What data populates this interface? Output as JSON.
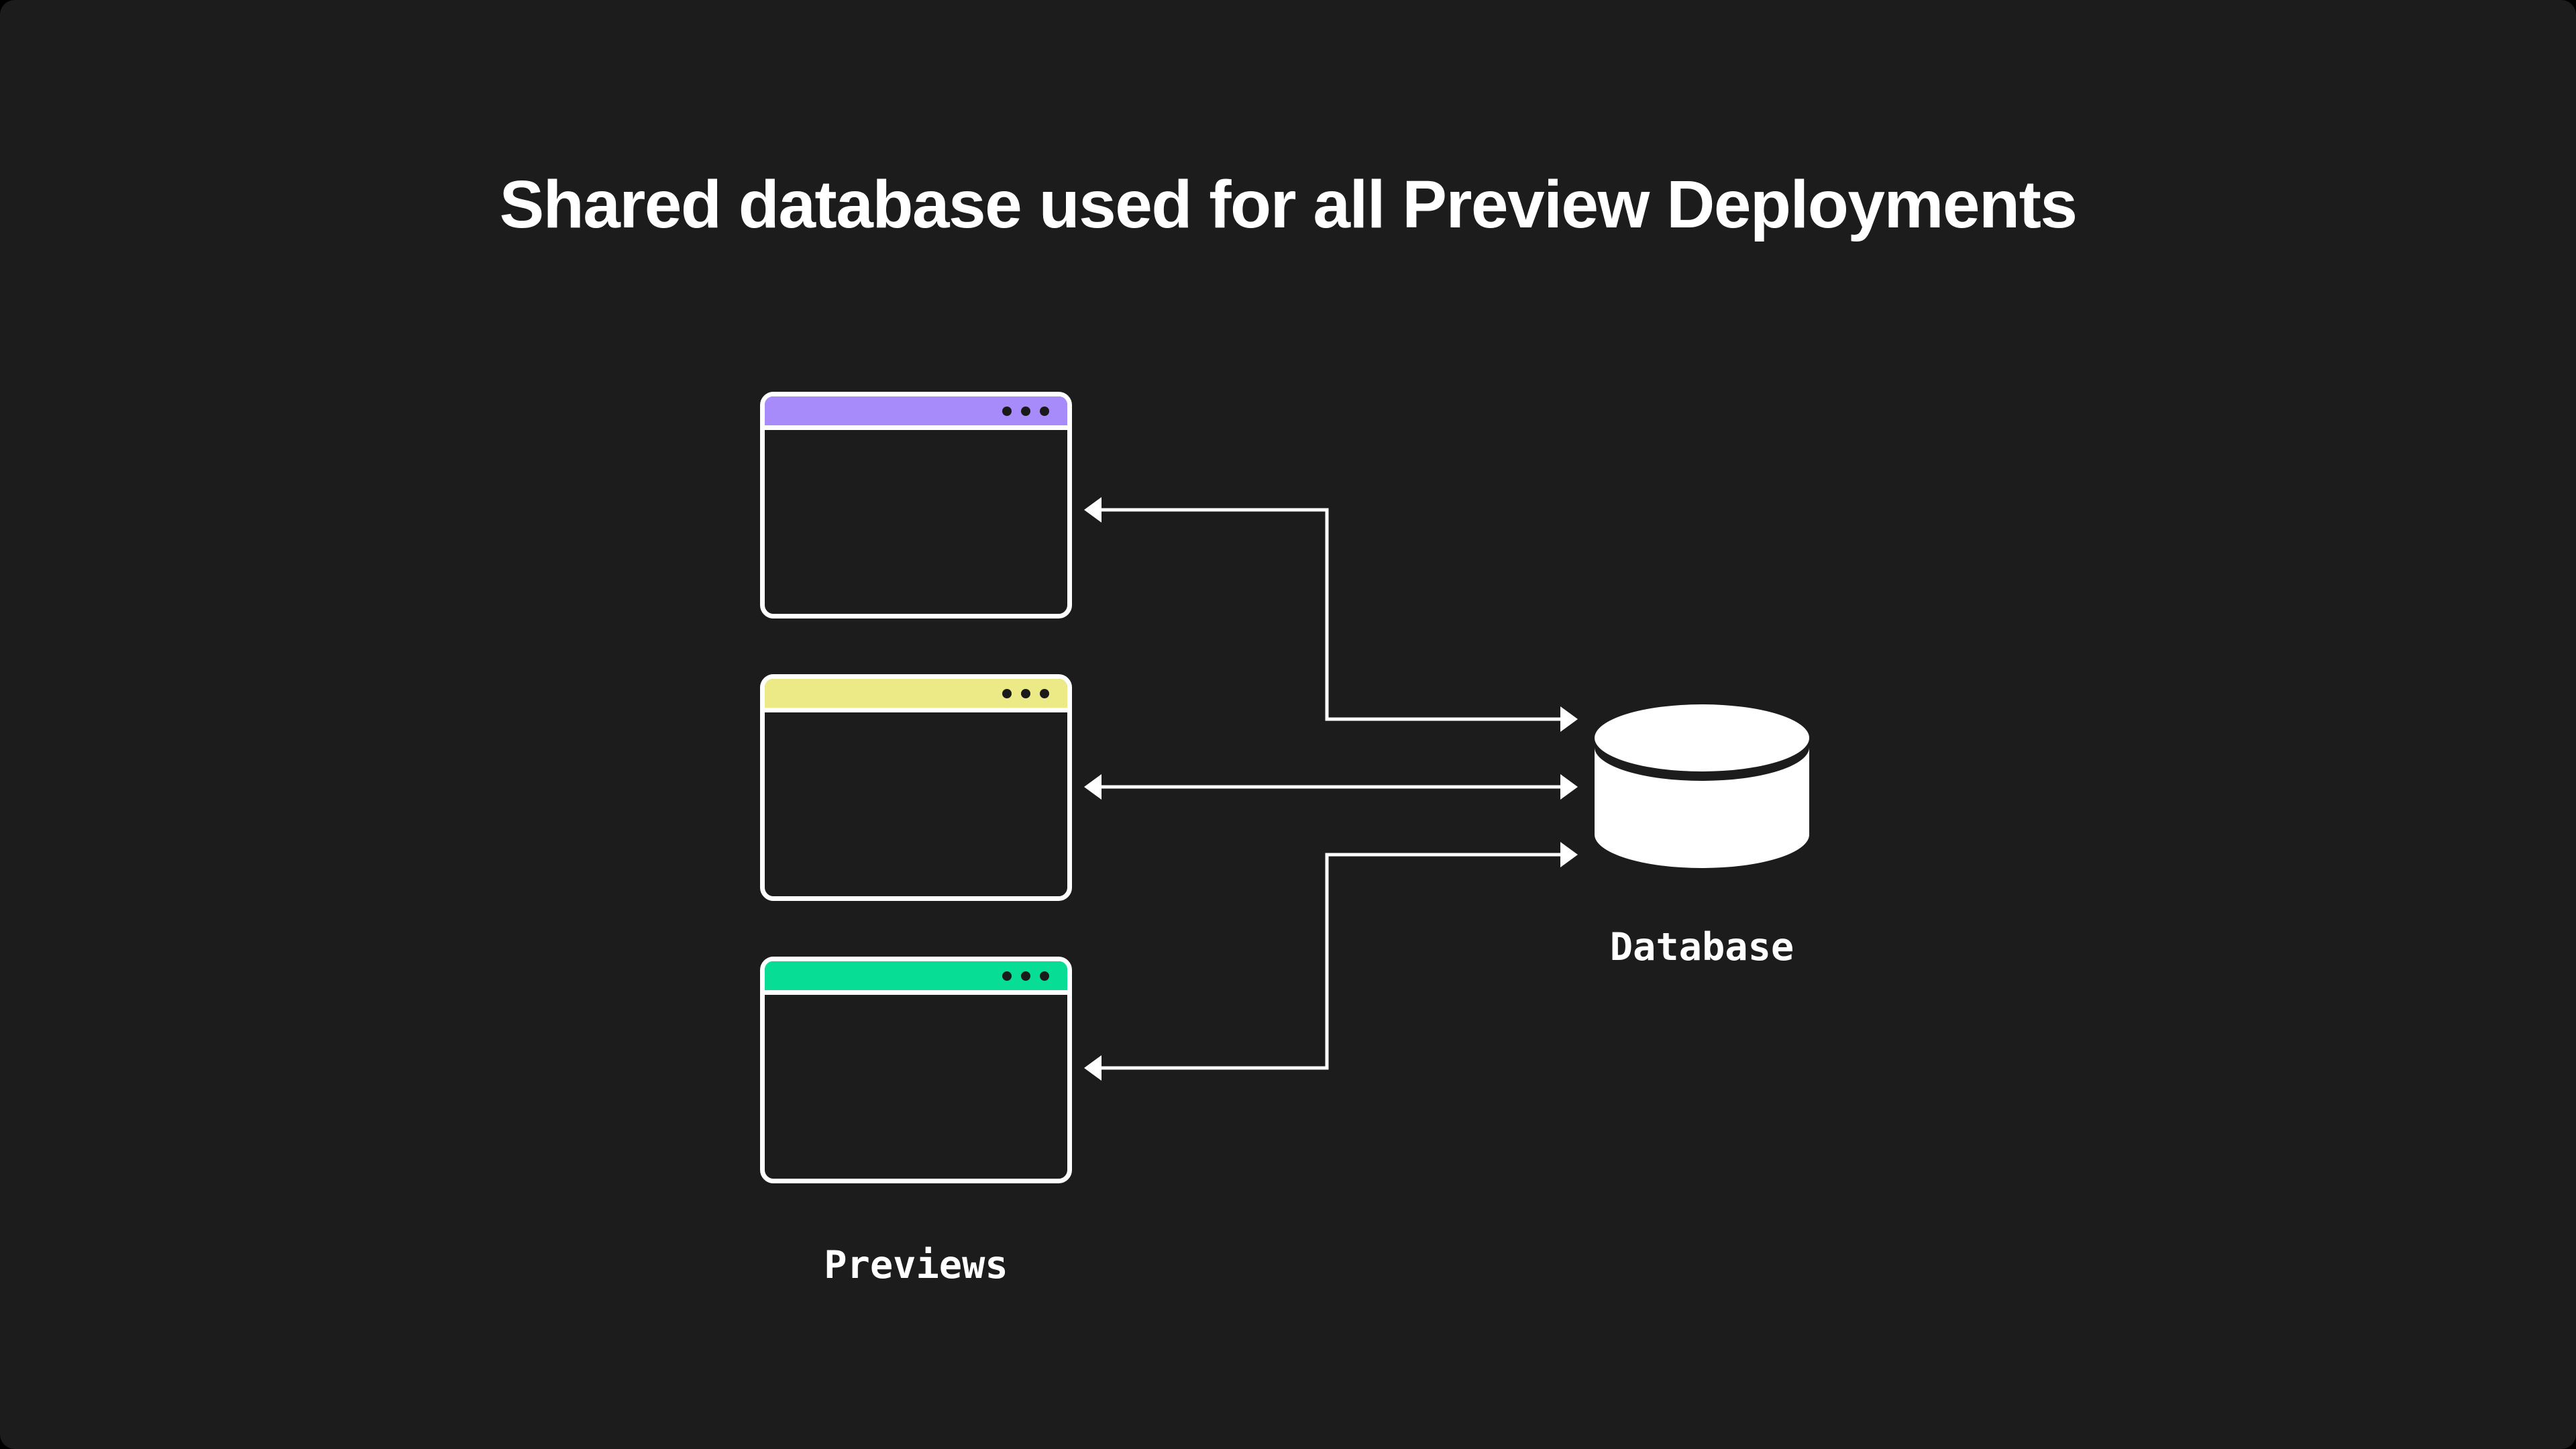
{
  "title": "Shared database used for all Preview Deployments",
  "diagram": {
    "previews_label": "Previews",
    "database_label": "Database",
    "windows": [
      {
        "id": "preview-1",
        "titlebar_color": "#a78bfa"
      },
      {
        "id": "preview-2",
        "titlebar_color": "#ebea86"
      },
      {
        "id": "preview-3",
        "titlebar_color": "#08dd96"
      }
    ],
    "connections": [
      {
        "from": "preview-1",
        "to": "database",
        "bidirectional": true
      },
      {
        "from": "preview-2",
        "to": "database",
        "bidirectional": true
      },
      {
        "from": "preview-3",
        "to": "database",
        "bidirectional": true
      }
    ]
  },
  "colors": {
    "background": "#1c1c1c",
    "text": "#ffffff",
    "window_frame": "#ffffff",
    "window_dot": "#1a1a1a",
    "arrow": "#ffffff",
    "database_fill": "#ffffff"
  }
}
